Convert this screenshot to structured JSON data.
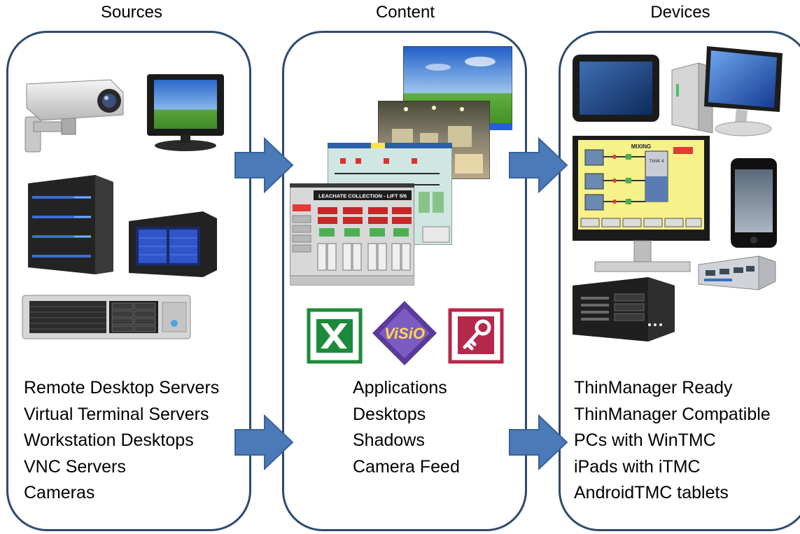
{
  "columns": {
    "sources": {
      "title": "Sources",
      "items": [
        "Remote Desktop Servers",
        "Virtual Terminal Servers",
        "Workstation Desktops",
        "VNC Servers",
        "Cameras"
      ]
    },
    "content": {
      "title": "Content",
      "items": [
        "Applications",
        "Desktops",
        "Shadows",
        "Camera Feed"
      ],
      "hmi_front_title": "LEACHATE COLLECTION - LIFT 5/6",
      "visio_label": "ViSiO"
    },
    "devices": {
      "title": "Devices",
      "items": [
        "ThinManager Ready",
        "ThinManager Compatible",
        "PCs with WinTMC",
        "iPads with iTMC",
        "AndroidTMC tablets"
      ],
      "hmi_title": "MIXING",
      "hmi_tank_label": "TANK 4"
    }
  },
  "colors": {
    "panel_border": "#2e4a6e",
    "arrow_fill": "#4a7ab8",
    "arrow_stroke": "#3a6398",
    "excel_green": "#1d8a3b",
    "access_red": "#b5284a",
    "visio_purple": "#5a3a9a"
  }
}
